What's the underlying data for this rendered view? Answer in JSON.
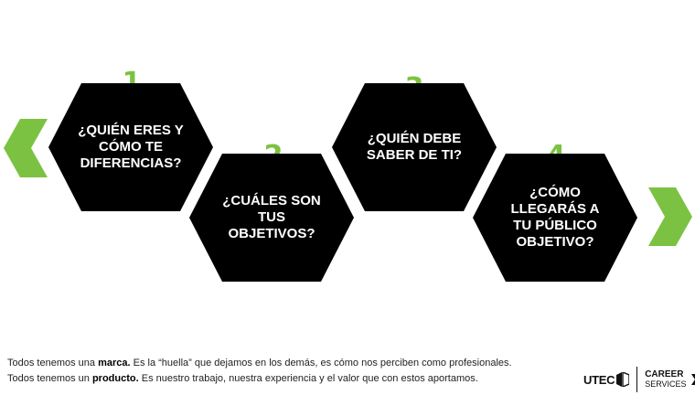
{
  "steps": [
    {
      "number": "1",
      "text": "¿QUIÉN ERES Y\nCÓMO TE\nDIFERENCIAS?"
    },
    {
      "number": "2",
      "text": "¿CUÁLES SON\nTUS\nOBJETIVOS?"
    },
    {
      "number": "3",
      "text": "¿QUIÉN DEBE\nSABER DE TI?"
    },
    {
      "number": "4",
      "text": "¿CÓMO\nLLEGARÁS A\nTU PÚBLICO\nOBJETIVO?"
    }
  ],
  "footer": {
    "line1": {
      "before": "Todos tenemos una ",
      "bold": "marca.",
      "after": " Es la “huella” que dejamos en los demás, es cómo nos perciben como profesionales."
    },
    "line2": {
      "before": "Todos tenemos un ",
      "bold": "producto.",
      "after": " Es nuestro trabajo, nuestra experiencia y el valor que con estos aportamos."
    }
  },
  "logos": {
    "utec": "UTEC",
    "career_line1": "CAREER",
    "career_line2": "SERVICES"
  },
  "colors": {
    "accent": "#7cc242",
    "hex": "#000000"
  },
  "icons": {
    "left_arrow": "green-chevron-left-icon",
    "right_arrow": "green-chevron-right-icon"
  }
}
